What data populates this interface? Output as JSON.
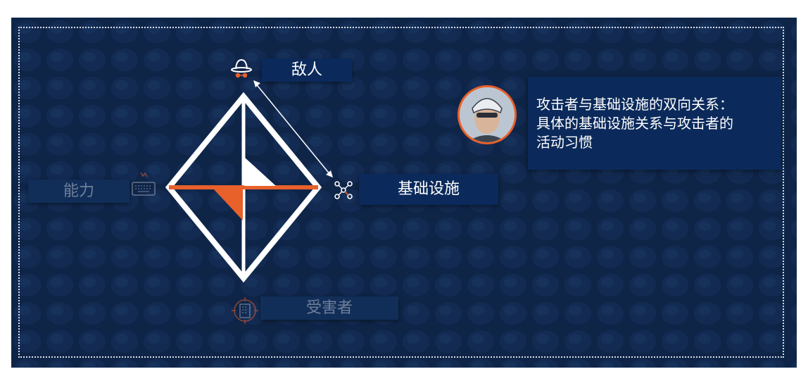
{
  "nodes": {
    "adversary": "敌人",
    "infrastructure": "基础设施",
    "capability": "能力",
    "victim": "受害者"
  },
  "info_text": "攻击者与基础设施的双向关系：\n具体的基础设施关系与攻击者的\n活动习惯",
  "icons": {
    "adversary": "spy-hat-icon",
    "infrastructure": "network-nodes-icon",
    "capability": "keyboard-icon",
    "victim": "building-target-icon"
  },
  "colors": {
    "background": "#0f2548",
    "label_box": "#0b2a5b",
    "accent": "#e8602a",
    "diamond": "#ffffff"
  }
}
